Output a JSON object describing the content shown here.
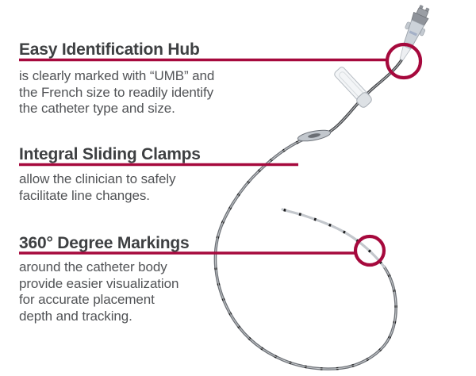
{
  "colors": {
    "accent_red": "#A6093D",
    "heading_text": "#3E4042",
    "body_text": "#515356"
  },
  "sections": [
    {
      "heading": "Easy Identification Hub",
      "lines": [
        "is clearly marked with “UMB” and",
        "the French size to readily identify",
        "the catheter type and size."
      ]
    },
    {
      "heading": "Integral Sliding Clamps",
      "lines": [
        "allow the clinician to safely",
        "facilitate line changes."
      ]
    },
    {
      "heading": "360° Degree Markings",
      "lines": [
        "around the catheter body",
        "provide easier visualization",
        "for accurate placement",
        "depth and tracking."
      ]
    }
  ]
}
